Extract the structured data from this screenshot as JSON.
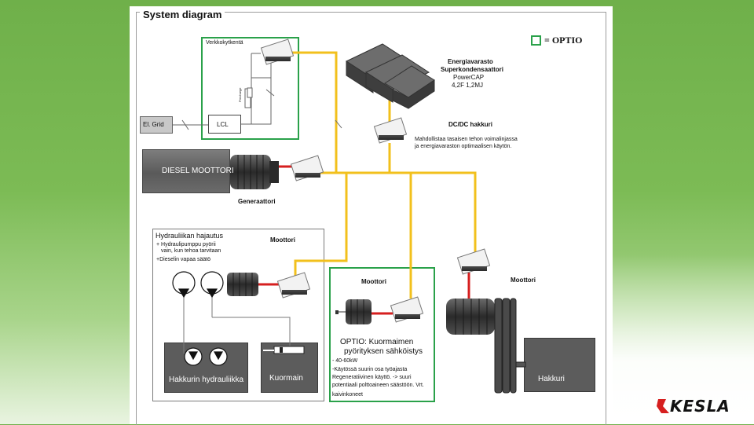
{
  "title": "System diagram",
  "legend": {
    "label": "= OPTIO"
  },
  "labels": {
    "verkkokytkenta": "Verkkokytkentä",
    "el_grid": "El. Grid",
    "lcl": "LCL",
    "precharge": "Precharge",
    "diesel": "DIESEL MOOTTORI",
    "generaattori": "Generaattori",
    "energiavarasto": "Energiavarasto",
    "superkondensaattori": "Superkondensaattori",
    "powercap": "PowerCAP",
    "capacity": "4,2F 1,2MJ",
    "dcdc": "DC/DC hakkuri",
    "dcdc_desc1": "Mahdollistaa tasaisen tehon voimalinjassa",
    "dcdc_desc2": "ja energiavaraston optimaalisen käytön.",
    "hydraulic_title": "Hydrauliikan hajautus",
    "hydraulic_p1a": "+ Hydraulipumppu pyörii",
    "hydraulic_p1b": "vain, kun tehoa tarvitaan",
    "hydraulic_p2": "+Dieselin vapaa säätö",
    "moottori_1": "Moottori",
    "moottori_2": "Moottori",
    "moottori_3": "Moottori",
    "hakkurin_hydrauliikka": "Hakkurin hydrauliikka",
    "kuormain": "Kuormain",
    "hakkuri": "Hakkuri",
    "optio_title1": "OPTIO: Kuormaimen",
    "optio_title2": "pyörityksen sähköistys",
    "optio_p1": "- 40-60kW",
    "optio_p2": "-Käytössä suurin osa työajasta",
    "optio_p3": "Regeneratiivinen käyttö. -> suuri",
    "optio_p4": "potentiaali polttoaineen säästöön. Vrt.",
    "optio_p5": "kaivinkoneet"
  },
  "logo": {
    "text": "KESLA"
  },
  "colors": {
    "dc_bus": "#f2c01c",
    "ac_link": "#d61f1f",
    "option_border": "#2aa14a",
    "slide_bg": "#7cbb55"
  }
}
